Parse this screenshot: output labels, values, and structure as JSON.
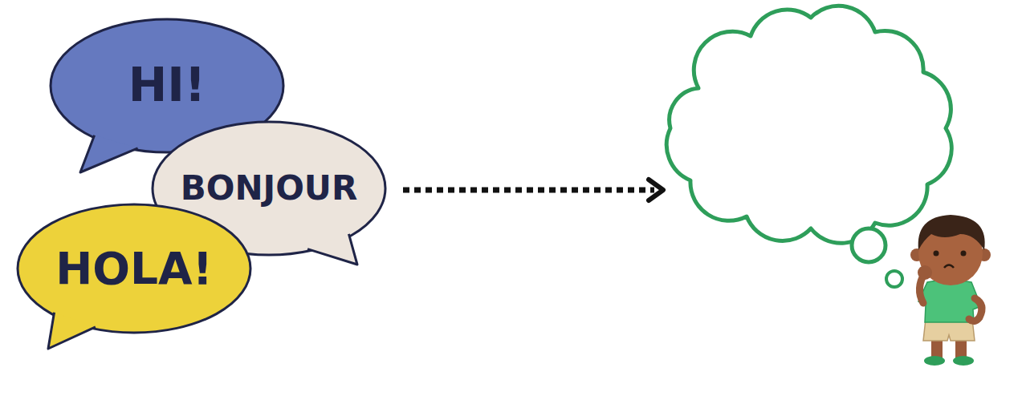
{
  "diagram": {
    "nodes": [
      {
        "text": [
          "HI!"
        ]
      },
      {
        "text": [
          "BONJOUR"
        ]
      },
      {
        "text": [
          "HOLA!"
        ]
      }
    ]
  }
}
